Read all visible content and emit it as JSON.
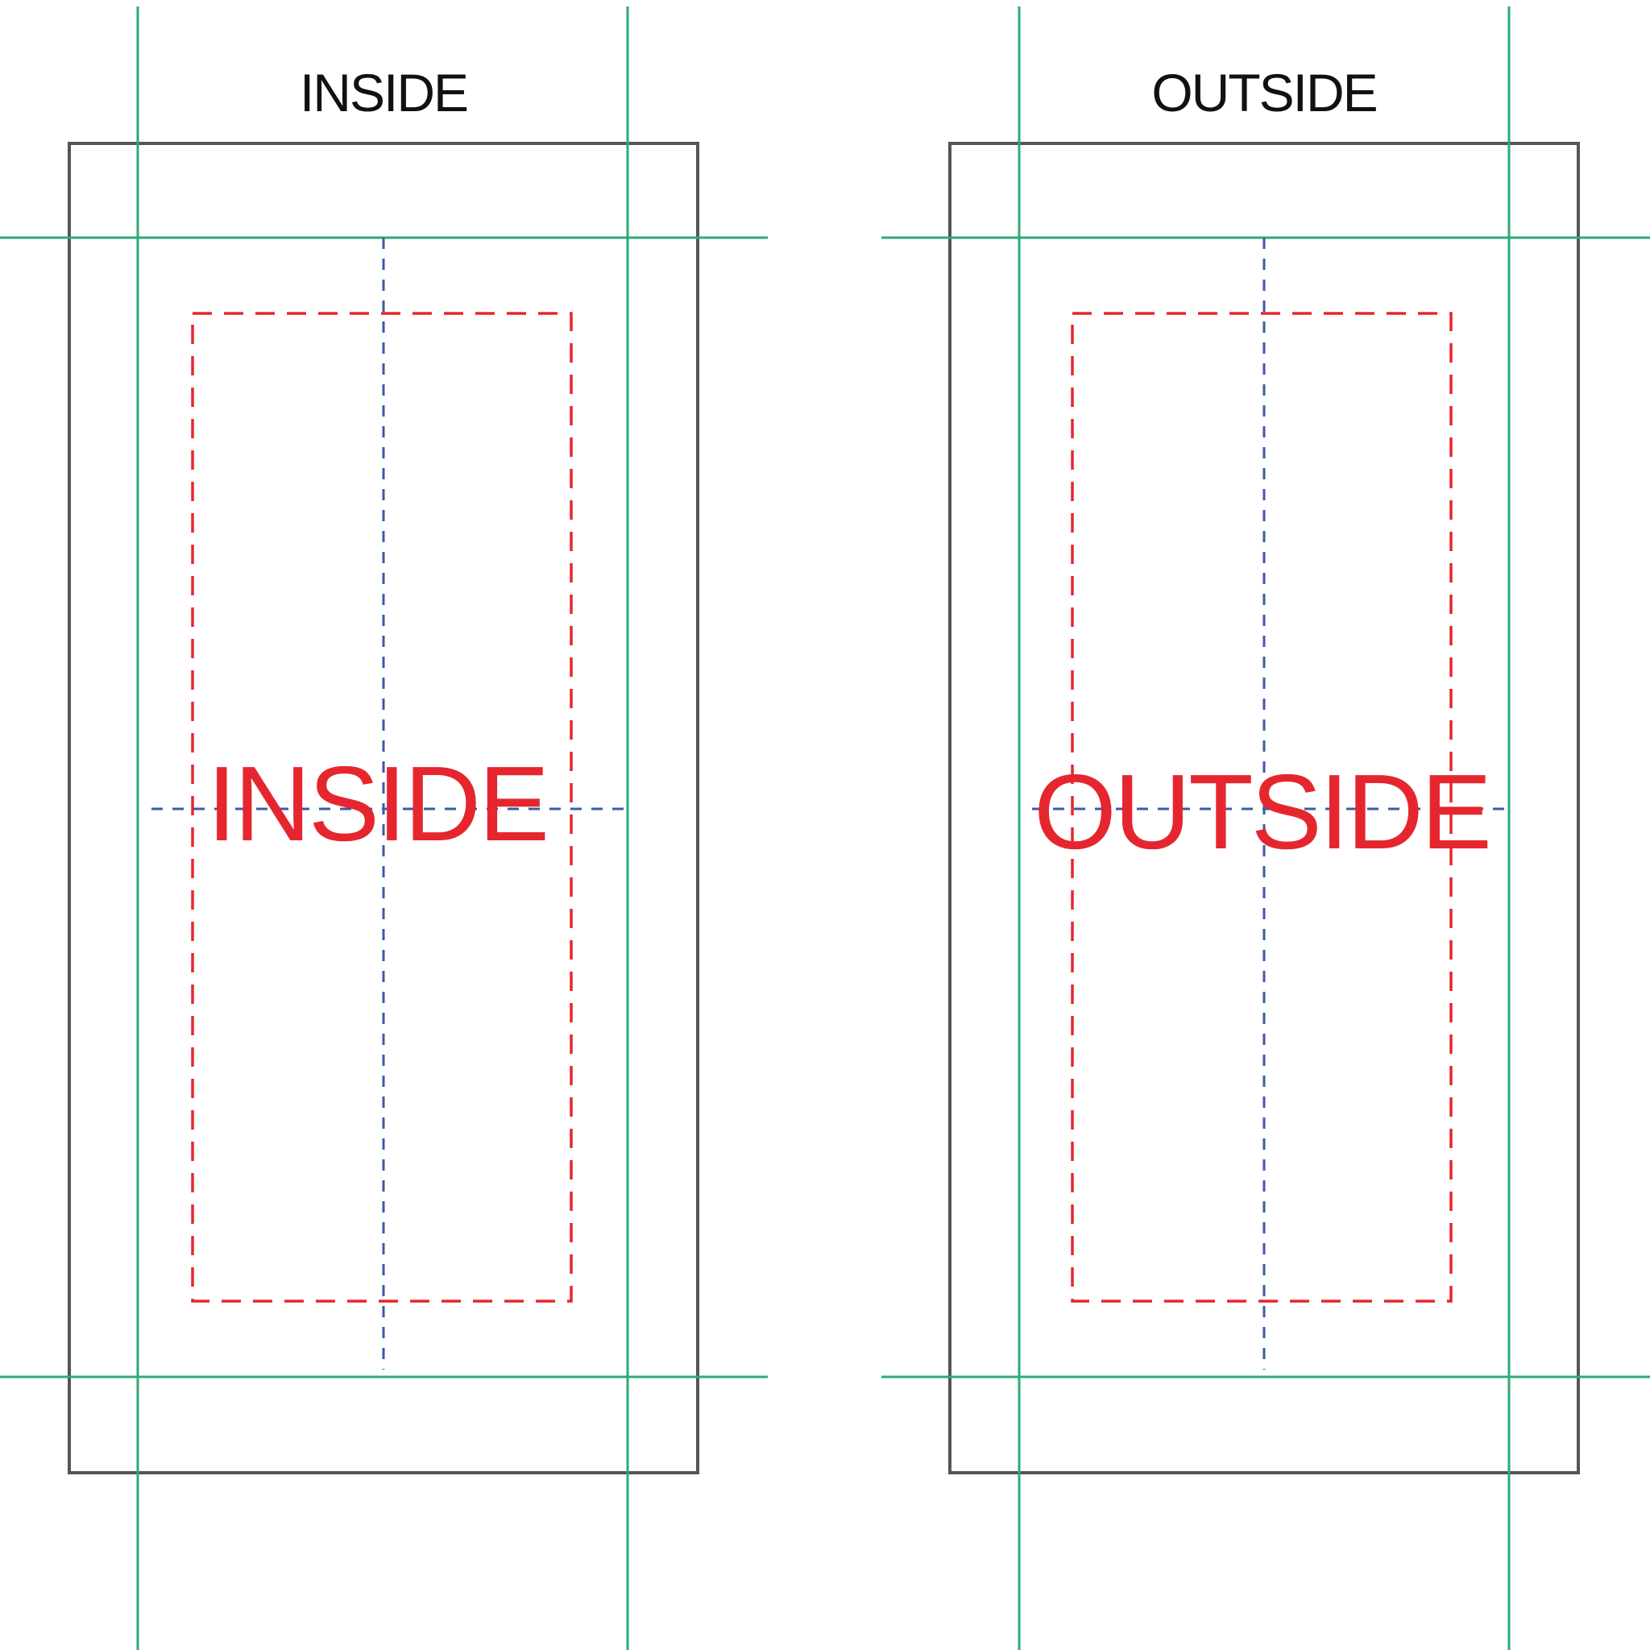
{
  "colors": {
    "background": "#ffffff",
    "card_border": "#555555",
    "guide": "#2eaa74",
    "safe_area": "#e6262e",
    "center_line": "#3b5aa8",
    "label": "#e6262e"
  },
  "panels": [
    {
      "title": "INSIDE",
      "label": "INSIDE"
    },
    {
      "title": "OUTSIDE",
      "label": "OUTSIDE"
    }
  ]
}
